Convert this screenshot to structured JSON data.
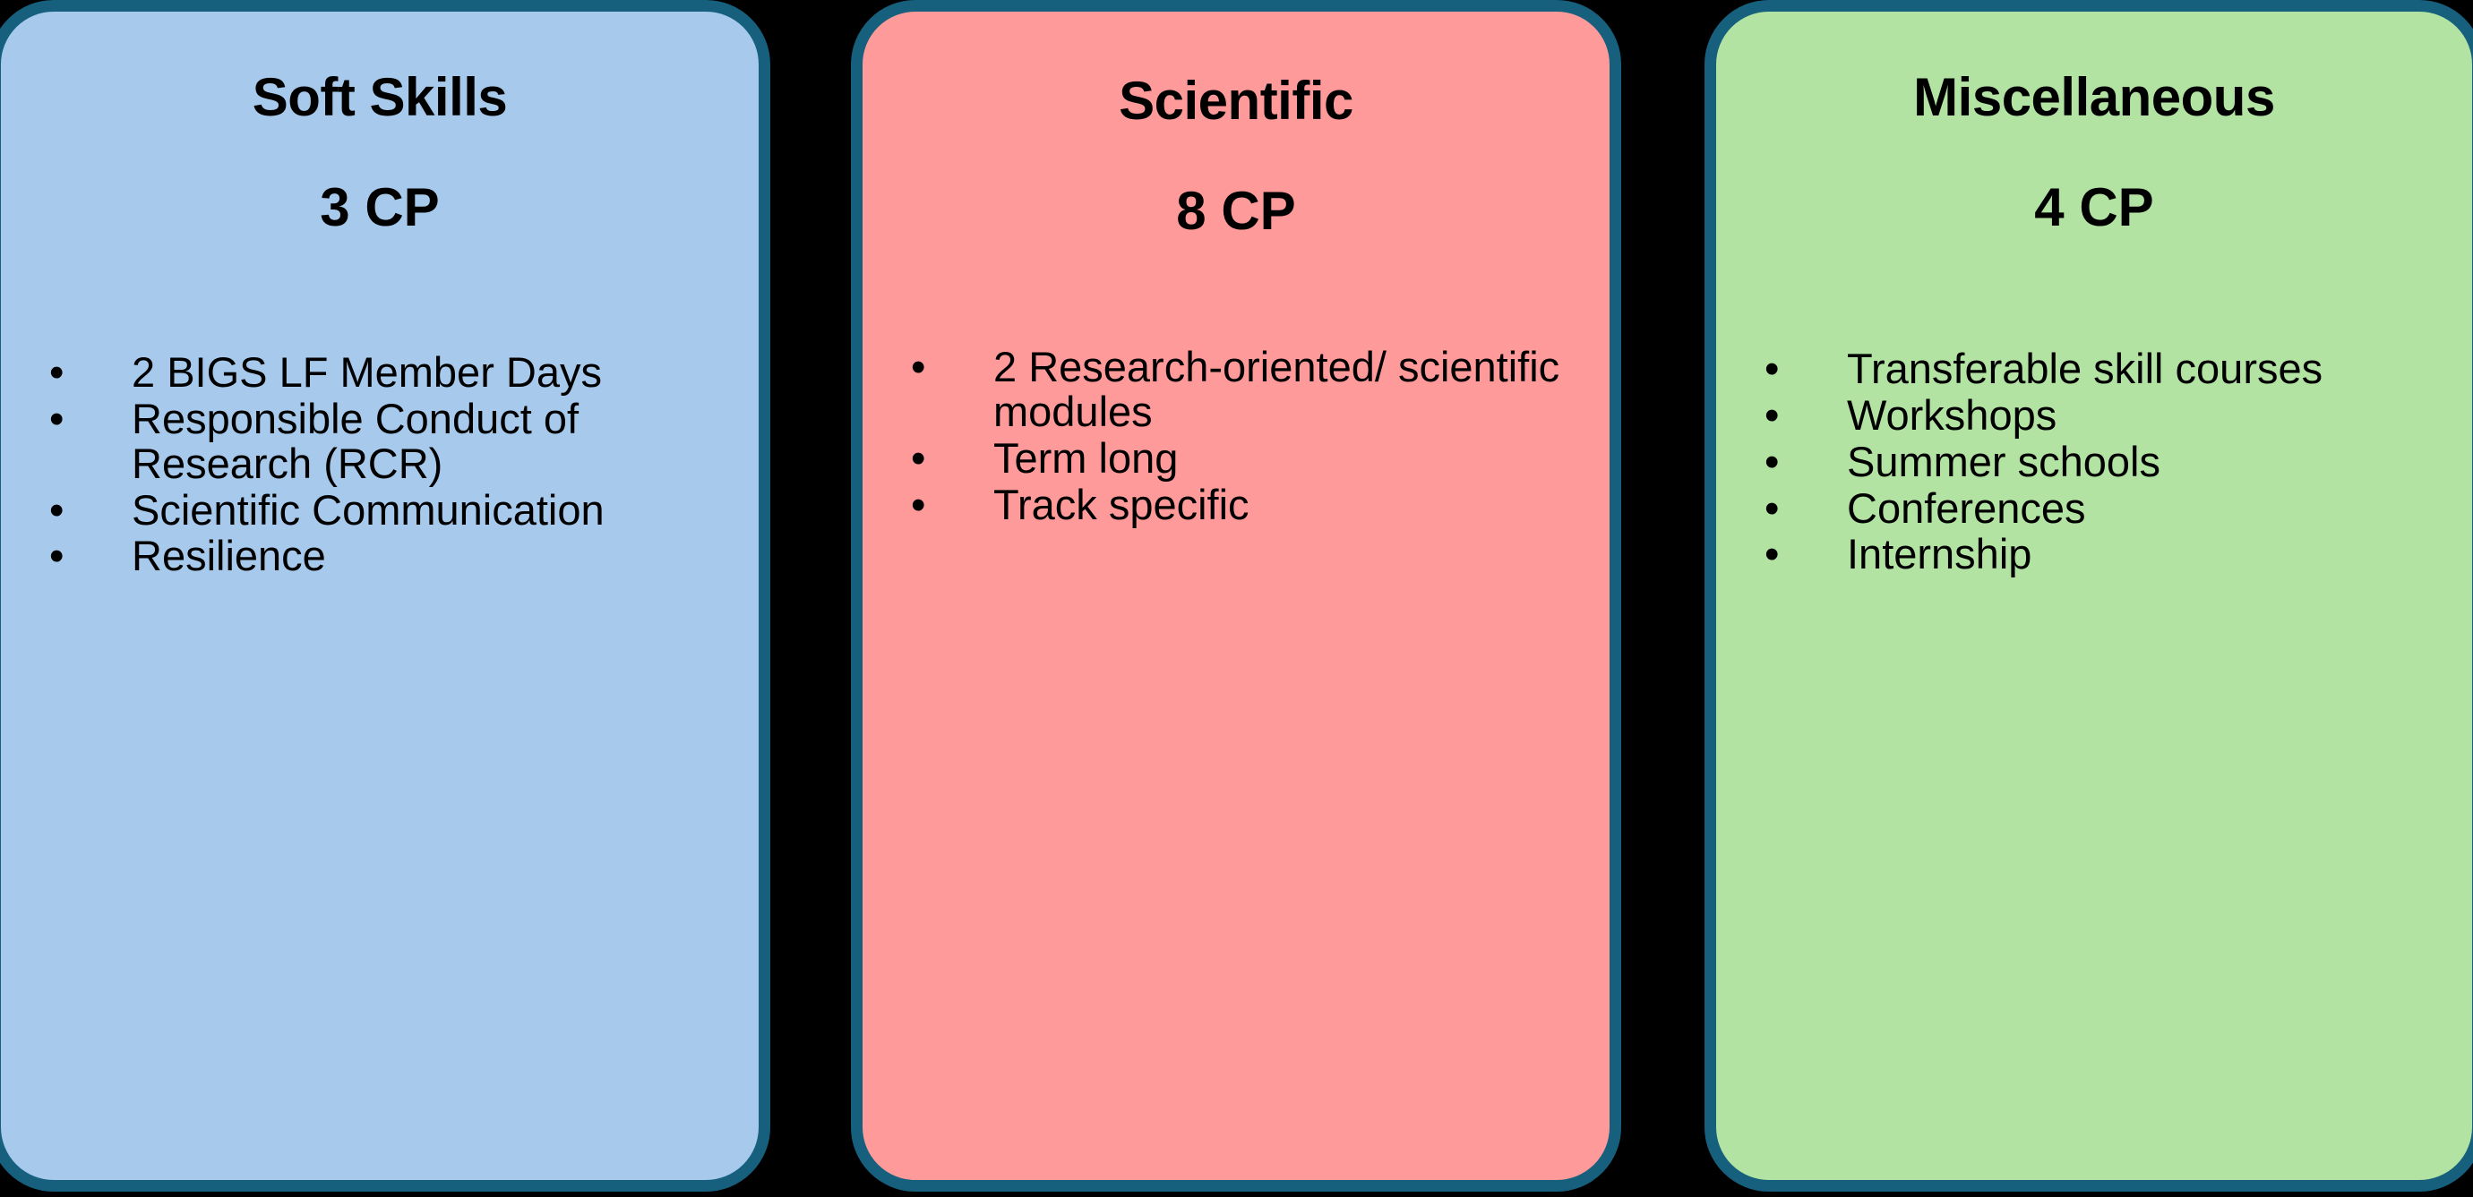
{
  "canvas": {
    "background_color": "#000000",
    "border_color": "#16607E"
  },
  "bullet_glyph": "•",
  "cards": [
    {
      "id": "soft-skills",
      "title": "Soft Skills",
      "credits": "3 CP",
      "fill_color": "#A6C9EC",
      "items": [
        "2 BIGS LF Member Days",
        "Responsible Conduct of Research (RCR)",
        "Scientific Communication",
        "Resilience"
      ]
    },
    {
      "id": "scientific",
      "title": "Scientific",
      "credits": "8 CP",
      "fill_color": "#FF9A9A",
      "items": [
        "2 Research-oriented/ scientific modules",
        "Term long",
        "Track specific"
      ]
    },
    {
      "id": "miscellaneous",
      "title": "Miscellaneous",
      "credits": "4 CP",
      "fill_color": "#B2E3A3",
      "items": [
        "Transferable skill courses",
        "Workshops",
        "Summer schools",
        "Conferences",
        "Internship"
      ]
    }
  ]
}
